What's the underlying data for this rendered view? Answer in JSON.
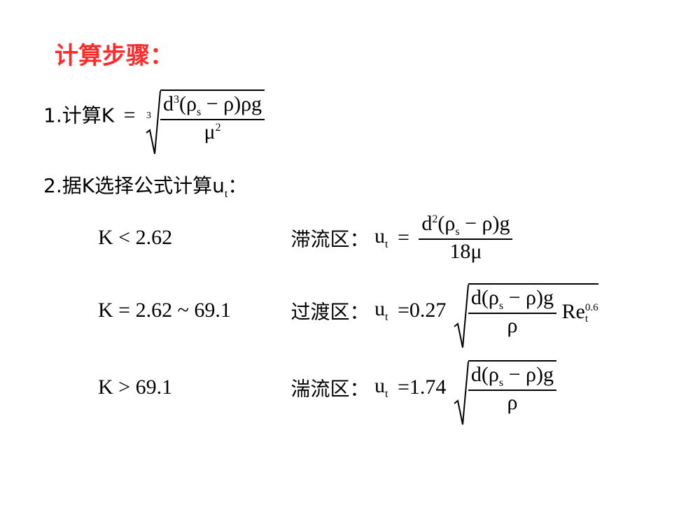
{
  "title": "计算步骤：",
  "step1": {
    "label": "1.计算K",
    "eq": "=",
    "root_index": "3",
    "num_d": "d",
    "num_exp": "3",
    "num_rest": "(ρ",
    "num_s": "s",
    "num_tail": " − ρ)ρg",
    "den_mu": "μ",
    "den_exp": "2"
  },
  "step2": {
    "label_a": "2.据K选择公式计算u",
    "label_sub": "t",
    "label_colon": "："
  },
  "rows": [
    {
      "cond": "K < 2.62",
      "region": "滞流区：",
      "lhs": "u",
      "lhs_sub": "t",
      "eq": "=",
      "num": "d",
      "num_exp": "2",
      "num_rest": "(ρ",
      "num_s": "s",
      "num_tail": " − ρ)g",
      "den": "18μ"
    },
    {
      "cond": "K = 2.62 ~ 69.1",
      "region": "过渡区：",
      "lhs": "u",
      "lhs_sub": "t",
      "eq": "=0.27",
      "num": "d(ρ",
      "num_s": "s",
      "num_tail": " − ρ)g",
      "den": "ρ",
      "re": "Re",
      "re_sup": "0.6",
      "re_sub": "t"
    },
    {
      "cond": "K > 69.1",
      "region": "湍流区：",
      "lhs": "u",
      "lhs_sub": "t",
      "eq": "=1.74",
      "num": "d(ρ",
      "num_s": "s",
      "num_tail": " − ρ)g",
      "den": "ρ"
    }
  ]
}
